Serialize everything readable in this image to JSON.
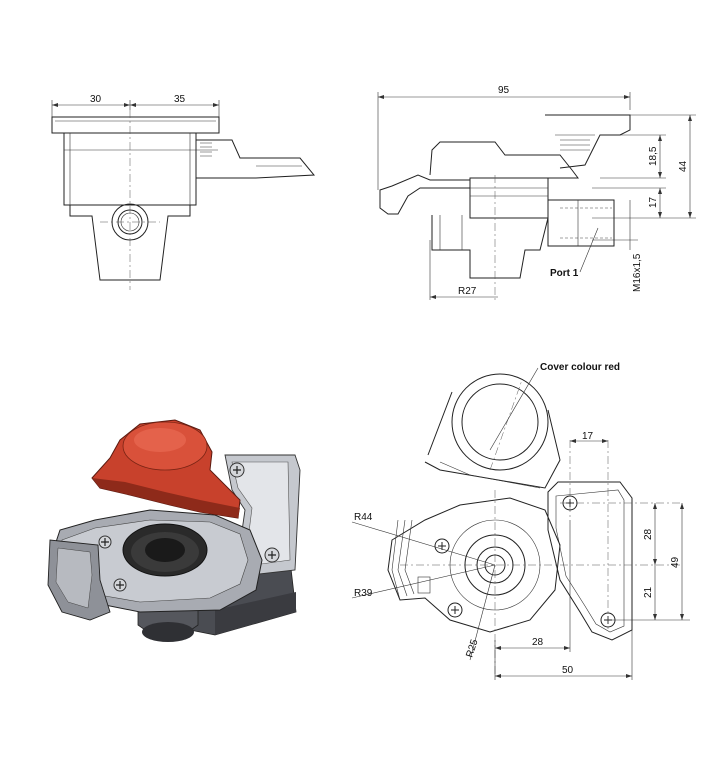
{
  "dimensions": {
    "front_width_left": "30",
    "front_width_right": "35",
    "side_overall_width": "95",
    "side_height_total": "44",
    "side_height_upper": "18,5",
    "side_height_lower": "17",
    "side_radius": "R27",
    "side_thread": "M16x1,5",
    "top_radius_outer": "R44",
    "top_radius_mid": "R39",
    "top_radius_inner": "R25",
    "top_offset_17": "17",
    "top_height_28": "28",
    "top_height_49": "49",
    "top_height_21": "21",
    "top_width_28": "28",
    "top_width_50": "50"
  },
  "labels": {
    "port": "Port 1",
    "cover_note": "Cover colour red"
  },
  "colors": {
    "cover_red": "#c8412c",
    "cover_red_dark": "#8e2a1a",
    "body_grey": "#a8abb2",
    "body_dark": "#4a4c52",
    "seal_black": "#2a2a2a"
  }
}
